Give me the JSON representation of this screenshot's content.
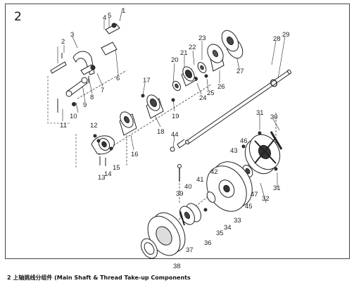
{
  "figure": {
    "number": "2",
    "caption": "2  上轴挑线分组件 (Main Shaft & Thread Take-up Components"
  },
  "part_numbers": [
    "1",
    "2",
    "3",
    "4",
    "5",
    "6",
    "7",
    "8",
    "9",
    "10",
    "11",
    "12",
    "13",
    "14",
    "15",
    "16",
    "17",
    "18",
    "19",
    "20",
    "21",
    "22",
    "23",
    "24",
    "25",
    "26",
    "27",
    "28",
    "29",
    "30",
    "31",
    "32",
    "33",
    "34",
    "35",
    "36",
    "37",
    "38",
    "39",
    "40",
    "41",
    "42",
    "43",
    "44",
    "45",
    "46",
    "47"
  ]
}
